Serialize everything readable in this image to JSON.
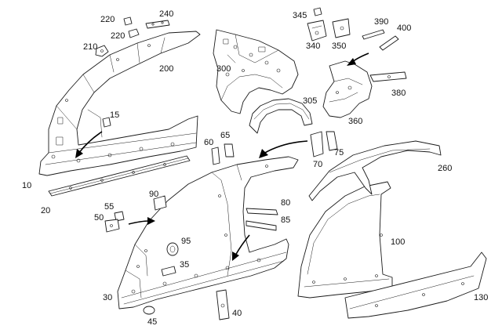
{
  "callouts": {
    "c10": "10",
    "c15": "15",
    "c20": "20",
    "c30": "30",
    "c35": "35",
    "c40": "40",
    "c45": "45",
    "c50": "50",
    "c55": "55",
    "c60": "60",
    "c65": "65",
    "c70": "70",
    "c75": "75",
    "c80": "80",
    "c85": "85",
    "c90": "90",
    "c95": "95",
    "c100": "100",
    "c130": "130",
    "c200": "200",
    "c210": "210",
    "c220a": "220",
    "c220b": "220",
    "c240": "240",
    "c260": "260",
    "c300": "300",
    "c305": "305",
    "c340": "340",
    "c345": "345",
    "c350": "350",
    "c360": "360",
    "c380": "380",
    "c390": "390",
    "c400": "400"
  },
  "colors": {
    "line": "#1a1a1a",
    "arrow": "#000000",
    "background": "#ffffff"
  }
}
